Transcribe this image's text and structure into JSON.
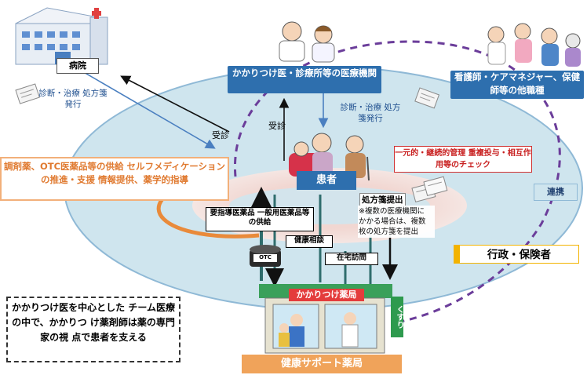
{
  "nodes": {
    "hospital": "病院",
    "clinic": "かかりつけ医・診療所等の医療機関",
    "nurses": "看護師・ケアマネジャー、保健師等の他職種",
    "patient": "患者",
    "admin": "行政・保険者",
    "pharmacy_sign": "かかりつけ薬局",
    "kusuri": "くすり",
    "health_pharmacy": "健康サポート薬局",
    "otc": "OTC"
  },
  "labels": {
    "diag_hospital": "診断・治療 処方箋発行",
    "diag_clinic": "診断・治療 処方箋発行",
    "visit_hospital": "受診",
    "visit_clinic": "受診",
    "renkei": "連携",
    "supply": "調剤薬、OTC医薬品等の供給 セルフメディケーションの推進・支援 情報提供、薬学的指導",
    "unified": "一元的・継続的管理 重複投与・相互作用等のチェック",
    "prescription_title": "処方箋提出",
    "prescription_note": "※複数の医療機関に かかる場合は、複数 枚の処方箋を提出",
    "otc_supply": "要指導医薬品 一般用医薬品等の供給",
    "consult": "健康相談",
    "home_visit": "在宅訪問",
    "concept": "かかりつけ医を中心とした チーム医療の中で、かかりつ け薬剤師は薬の専門家の視 点で患者を支える"
  }
}
